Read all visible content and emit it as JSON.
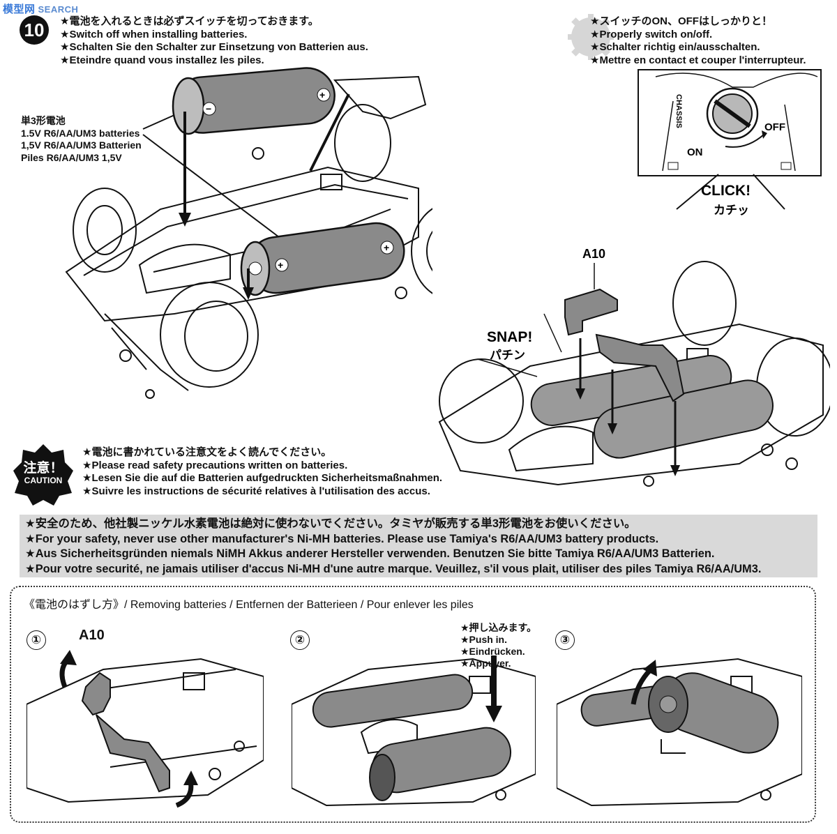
{
  "watermark": {
    "cn": "模型网",
    "en": "SEARCH"
  },
  "step": {
    "number": "10"
  },
  "batteries_install": {
    "lines": [
      "★電池を入れるときは必ずスイッチを切っておきます。",
      "★Switch off when installing batteries.",
      "★Schalten Sie den Schalter zur Einsetzung von Batterien aus.",
      "★Eteindre quand vous installez les piles."
    ]
  },
  "switch_note": {
    "lines": [
      "★スイッチのON、OFFはしっかりと！",
      "★Properly switch on/off.",
      "★Schalter richtig ein/ausschalten.",
      "★Mettre en contact et couper l'interrupteur."
    ]
  },
  "battery_label": {
    "lines": [
      "単3形電池",
      "1.5V R6/AA/UM3 batteries",
      "1,5V R6/AA/UM3 Batterien",
      "Piles R6/AA/UM3 1,5V"
    ]
  },
  "switch_diagram": {
    "on": "ON",
    "off": "OFF",
    "chassis_text": "CHASSIS",
    "click": "CLICK!",
    "click_jp": "カチッ"
  },
  "snap_diagram": {
    "part": "A10",
    "snap": "SNAP!",
    "snap_jp": "パチン"
  },
  "caution": {
    "badge_jp": "注意！",
    "badge_en": "CAUTION",
    "lines": [
      "★電池に書かれている注意文をよく読んでください。",
      "★Please read safety precautions written on batteries.",
      "★Lesen Sie die auf die Batterien aufgedruckten Sicherheitsmaßnahmen.",
      "★Suivre les instructions de sécurité relatives à l'utilisation des accus."
    ]
  },
  "safety_band": {
    "lines": [
      "★安全のため、他社製ニッケル水素電池は絶対に使わないでください。タミヤが販売する単3形電池をお使いください。",
      "★For your safety, never use other manufacturer's Ni-MH batteries. Please use Tamiya's R6/AA/UM3 battery products.",
      "★Aus Sicherheitsgründen niemals NiMH Akkus anderer Hersteller verwenden. Benutzen Sie bitte Tamiya R6/AA/UM3 Batterien.",
      "★Pour votre securité, ne jamais utiliser d'accus Ni-MH d'une autre marque. Veuillez, s'il vous plait, utiliser des piles Tamiya R6/AA/UM3."
    ]
  },
  "removal": {
    "title": "《電池のはずし方》/ Removing batteries / Entfernen der Batterieen / Pour enlever les piles",
    "steps": [
      {
        "number": "①",
        "part": "A10"
      },
      {
        "number": "②",
        "push_lines": [
          "★押し込みます。",
          "★Push in.",
          "★Eindrücken.",
          "★Appuyer."
        ]
      },
      {
        "number": "③"
      }
    ]
  },
  "colors": {
    "battery_grey": "#8a8a8a",
    "band_grey": "#d9d9d9",
    "badge_black": "#111111"
  }
}
